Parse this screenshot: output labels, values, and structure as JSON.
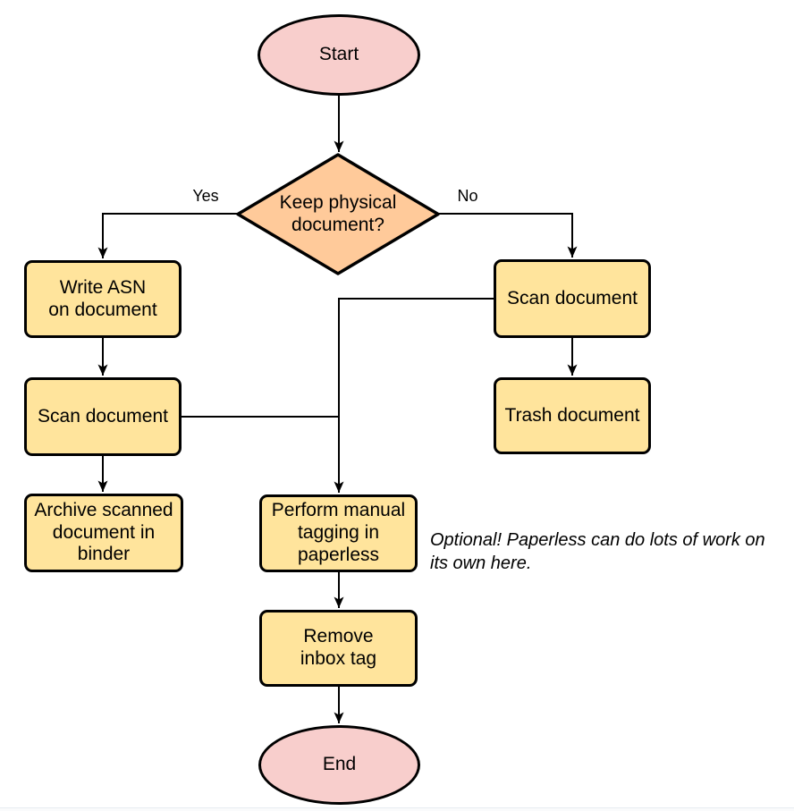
{
  "colors": {
    "terminal_fill": "#f8cecc",
    "decision_fill": "#ffca9a",
    "process_fill": "#ffe49c",
    "stroke": "#000000",
    "text": "#000000",
    "page_edge": "#e7ebf1"
  },
  "nodes": {
    "start": {
      "type": "terminal",
      "label": "Start"
    },
    "decision": {
      "type": "decision",
      "label": "Keep physical\ndocument?"
    },
    "write_asn": {
      "type": "process",
      "label": "Write ASN\non document"
    },
    "scan_left": {
      "type": "process",
      "label": "Scan document"
    },
    "archive": {
      "type": "process",
      "label": "Archive scanned\ndocument in\nbinder"
    },
    "scan_right": {
      "type": "process",
      "label": "Scan document"
    },
    "trash": {
      "type": "process",
      "label": "Trash document"
    },
    "tagging": {
      "type": "process",
      "label": "Perform manual\ntagging in\npaperless"
    },
    "remove_tag": {
      "type": "process",
      "label": "Remove\ninbox tag"
    },
    "end": {
      "type": "terminal",
      "label": "End"
    }
  },
  "edge_labels": {
    "yes": "Yes",
    "no": "No"
  },
  "note": {
    "text": "Optional! Paperless can do lots of work on\nits own here."
  }
}
